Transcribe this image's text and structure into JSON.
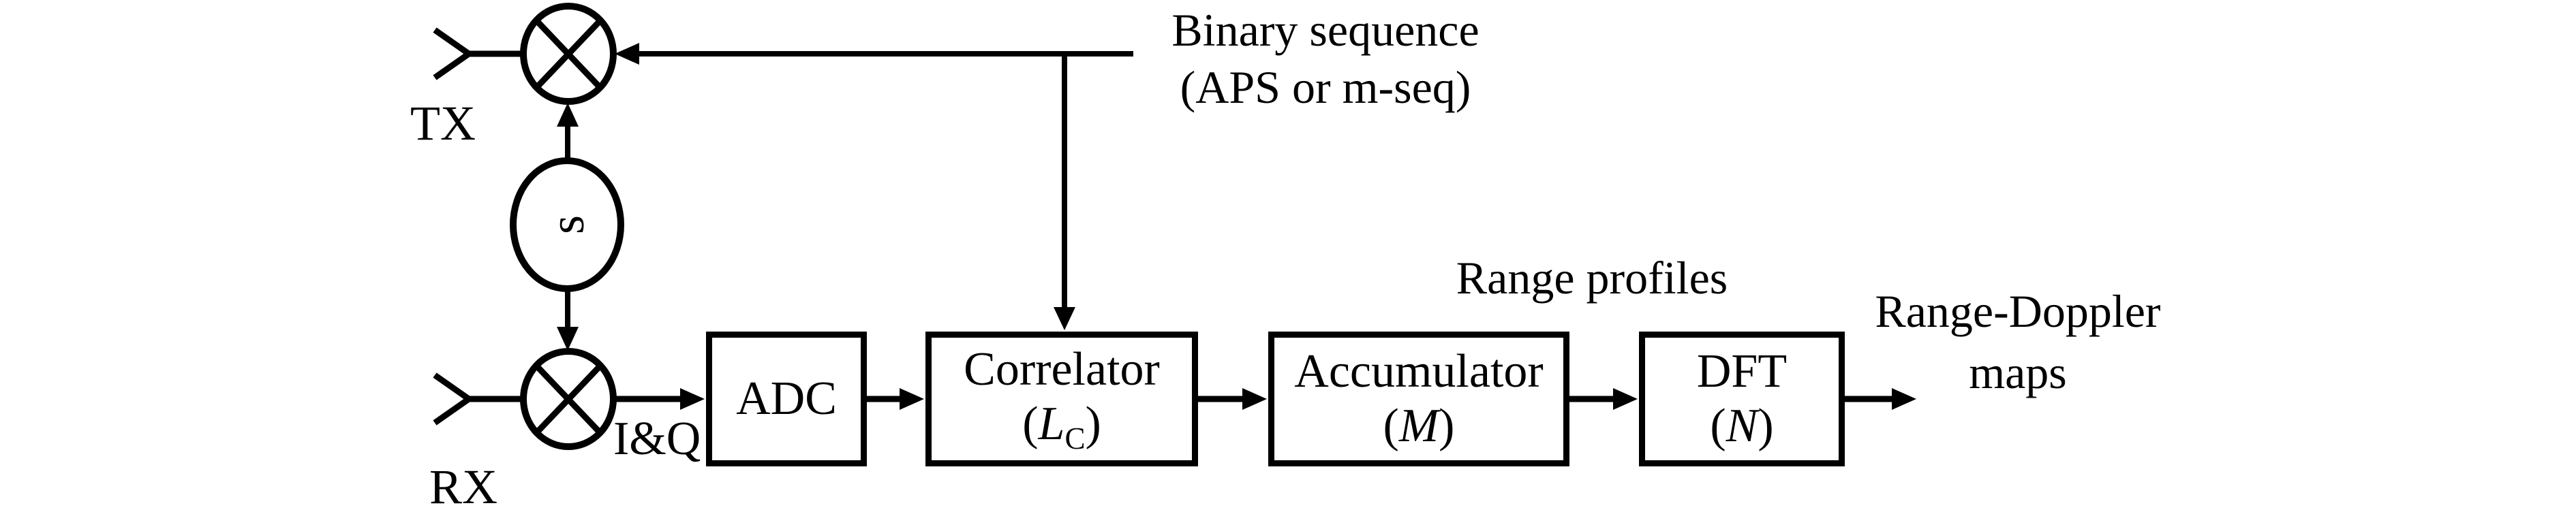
{
  "diagram": {
    "labels": {
      "tx": "TX",
      "rx": "RX",
      "iq": "I&Q",
      "oscillator": "s",
      "binary_line1": "Binary sequence",
      "binary_line2": "(APS or m-seq)",
      "range_profiles": "Range profiles",
      "range_doppler_line1": "Range-Doppler",
      "range_doppler_line2": "maps"
    },
    "blocks": {
      "adc": {
        "title": "ADC"
      },
      "correlator": {
        "title": "Correlator",
        "param": {
          "open": "(",
          "symbol": "L",
          "subscript": "C",
          "close": ")"
        }
      },
      "accumulator": {
        "title": "Accumulator",
        "param": {
          "open": "(",
          "symbol": "M",
          "close": ")"
        }
      },
      "dft": {
        "title": "DFT",
        "param": {
          "open": "(",
          "symbol": "N",
          "close": ")"
        }
      }
    },
    "colors": {
      "ink": "#000000",
      "background": "#ffffff"
    }
  }
}
